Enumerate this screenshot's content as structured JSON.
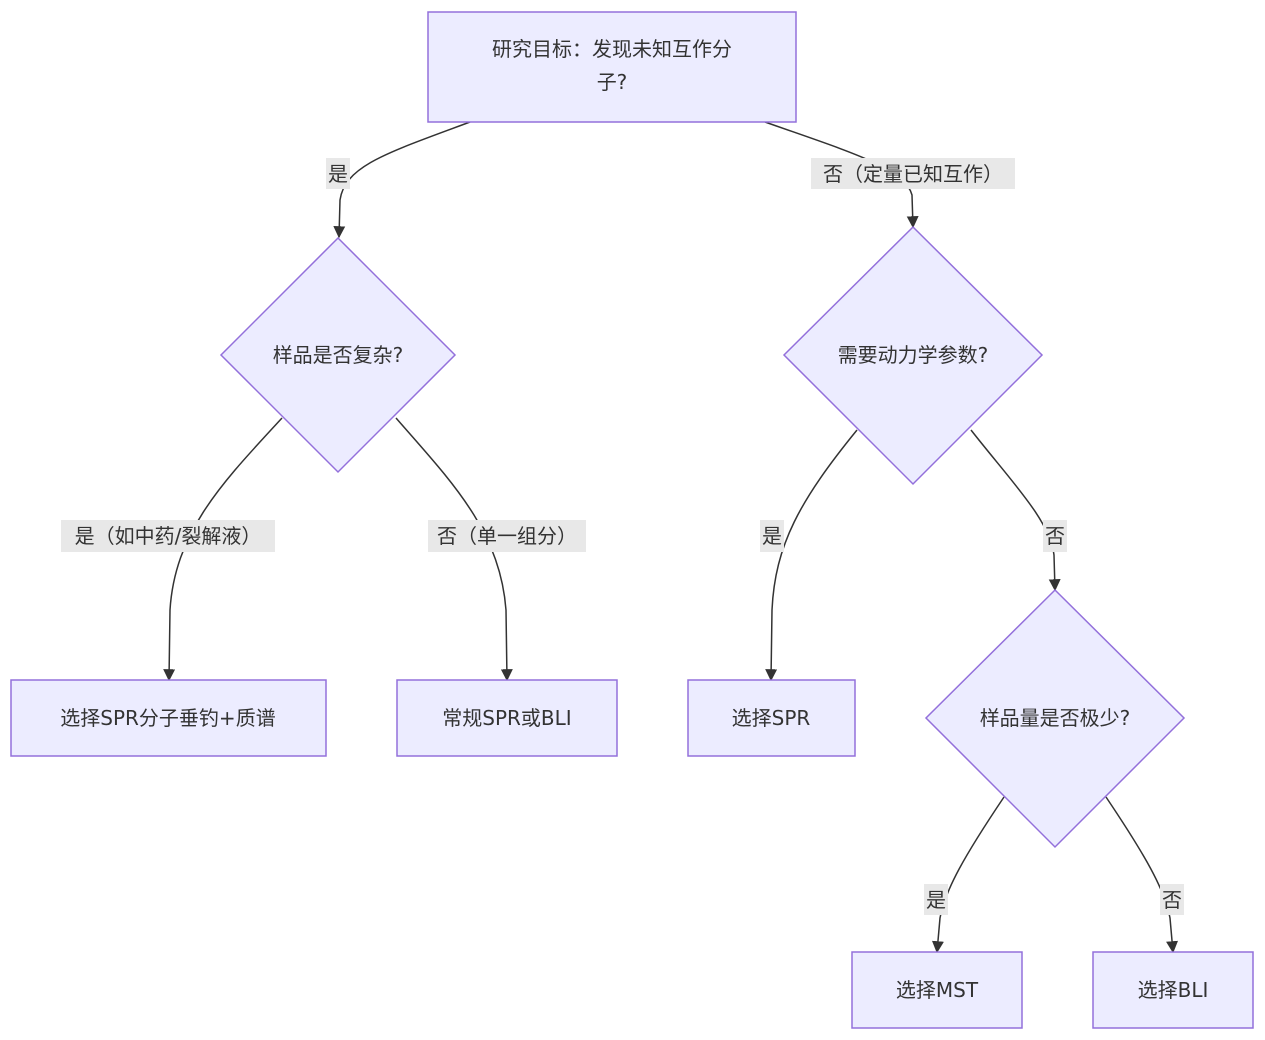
{
  "diagram": {
    "nodes": {
      "goal": {
        "lines": [
          "研究目标：发现未知互作分",
          "子?"
        ]
      },
      "complex": {
        "label": "样品是否复杂?"
      },
      "kinetics": {
        "label": "需要动力学参数?"
      },
      "spr_ms": {
        "label": "选择SPR分子垂钓+质谱"
      },
      "spr_bli": {
        "label": "常规SPR或BLI"
      },
      "spr": {
        "label": "选择SPR"
      },
      "scarce": {
        "label": "样品量是否极少?"
      },
      "mst": {
        "label": "选择MST"
      },
      "bli": {
        "label": "选择BLI"
      }
    },
    "edges": {
      "goal_yes": "是",
      "goal_no": "否（定量已知互作）",
      "complex_yes": "是（如中药/裂解液）",
      "complex_no": "否（单一组分）",
      "kinetics_yes": "是",
      "kinetics_no": "否",
      "scarce_yes": "是",
      "scarce_no": "否"
    }
  }
}
